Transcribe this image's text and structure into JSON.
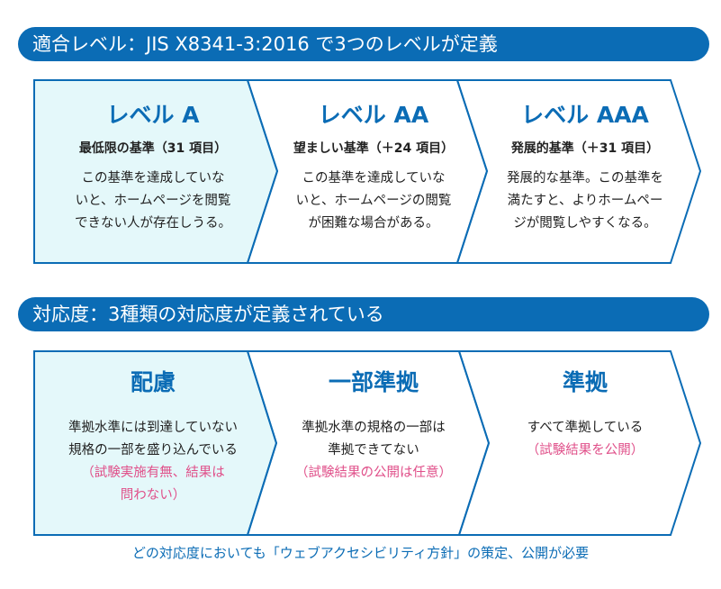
{
  "section1": {
    "title": "適合レベル：JIS X8341-3:2016 で3つのレベルが定義",
    "levels": [
      {
        "name": "レベル A",
        "subtitle": "最低限の基準（31 項目）",
        "desc": [
          "この基準を達成していな",
          "いと、ホームページを閲覧",
          "できない人が存在しうる。"
        ]
      },
      {
        "name": "レベル AA",
        "subtitle": "望ましい基準（＋24 項目）",
        "desc": [
          "この基準を達成していな",
          "いと、ホームページの閲覧",
          "が困難な場合がある。"
        ]
      },
      {
        "name": "レベル AAA",
        "subtitle": "発展的基準（＋31 項目）",
        "desc": [
          "発展的な基準。この基準を",
          "満たすと、よりホームペー",
          "ジが閲覧しやすくなる。"
        ]
      }
    ]
  },
  "section2": {
    "title": "対応度：3種類の対応度が定義されている",
    "degrees": [
      {
        "name": "配慮",
        "desc": [
          "準拠水準には到達していない",
          "規格の一部を盛り込んでいる"
        ],
        "note": [
          "（試験実施有無、結果は",
          "問わない）"
        ]
      },
      {
        "name": "一部準拠",
        "desc": [
          "準拠水準の規格の一部は",
          "準拠できてない"
        ],
        "note": [
          "（試験結果の公開は任意）"
        ]
      },
      {
        "name": "準拠",
        "desc": [
          "すべて準拠している"
        ],
        "note": [
          "（試験結果を公開）"
        ]
      }
    ],
    "footnote": "どの対応度においても「ウェブアクセシビリティ方針」の策定、公開が必要"
  },
  "colors": {
    "accent": "#0b6cb5",
    "highlight": "#e4f8fa",
    "note": "#e0508a"
  }
}
